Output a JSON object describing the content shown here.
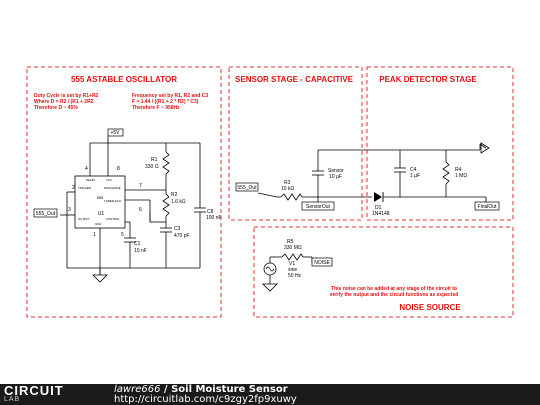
{
  "schematic": {
    "osc": {
      "title": "555 ASTABLE OSCILLATOR",
      "note_left": [
        "Duty Cycle is set by R1+R2",
        "Where D = R2 / (R1 + 2R2",
        "Therefore D ~ 45%"
      ],
      "note_right": [
        "Frequency set by R1, R2 and C3",
        "F = 1.44 / ((R1 + 2 * R2) * C3)",
        "Therefore F ~ 958Hz"
      ],
      "supply": "+5V",
      "out_port": "555_Out",
      "ic_name": "U1",
      "ic_part": "555",
      "ic_pins": {
        "reset": "RESET",
        "vcc": "VCC",
        "trigger": "TRIGGER",
        "discharge": "DISCHARGE",
        "threshold": "THRESHOLD",
        "output": "OUTPUT",
        "gnd": "GND",
        "control": "CONTROL"
      },
      "pin_numbers": {
        "p4": "4",
        "p8": "8",
        "p2": "2",
        "p7": "7",
        "p6": "6",
        "p3": "3",
        "p1": "1",
        "p5": "5"
      },
      "r1": {
        "name": "R1",
        "value": "330 Ω"
      },
      "r2": {
        "name": "R2",
        "value": "1.6 kΩ"
      },
      "c1": {
        "name": "C1",
        "value": "10 nF"
      },
      "c3": {
        "name": "C3",
        "value": "470 pF"
      },
      "c8": {
        "name": "C8",
        "value": "100 nF"
      }
    },
    "sensor": {
      "title": "SENSOR STAGE - CAPACITIVE",
      "in_port": "555_Out",
      "r3": {
        "name": "R3",
        "value": "10 kΩ"
      },
      "cs": {
        "name": "Sensor",
        "value": "10 µF"
      },
      "out_port": "SensorOut"
    },
    "peak": {
      "title": "PEAK DETECTOR STAGE",
      "d1": {
        "name": "D1",
        "value": "1N4148"
      },
      "c4": {
        "name": "C4",
        "value": "1 µF"
      },
      "r4": {
        "name": "R4",
        "value": "1 MΩ"
      },
      "out_port": "FinalOut"
    },
    "noise": {
      "title": "NOISE SOURCE",
      "r5": {
        "name": "R5",
        "value": "330 MΩ"
      },
      "v1": {
        "name": "V1",
        "type": "sine",
        "freq": "50 Hz"
      },
      "port": "NOISE",
      "note": [
        "This noise can be added at any stage of the circuit to",
        "verify the output and the circuit functions as expected"
      ]
    }
  },
  "footer": {
    "logo_line1": "CIRCUIT",
    "logo_line2": "LAB",
    "author": "lawre666",
    "separator": " / ",
    "project": "Soil Moisture Sensor",
    "url": "http://circuitlab.com/c9zgy2fp9xuwy"
  },
  "colors": {
    "frame": "#e03030",
    "title": "#e01010",
    "note": "#e01010",
    "wire": "#000000",
    "footer_bg": "#1a1a1a"
  }
}
